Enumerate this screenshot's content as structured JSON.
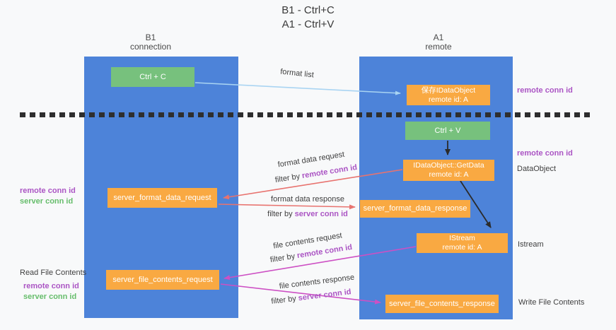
{
  "title": {
    "line1": "B1 - Ctrl+C",
    "line2": "A1 - Ctrl+V"
  },
  "columns": {
    "left": {
      "line1": "B1",
      "line2": "connection"
    },
    "right": {
      "line1": "A1",
      "line2": "remote"
    }
  },
  "boxes": {
    "ctrl_c": "Ctrl + C",
    "ctrl_v": "Ctrl + V",
    "save_idataobject": {
      "line1": "保存IDataObject",
      "line2": "remote id: A"
    },
    "getdata": {
      "line1": "IDataObject::GetData",
      "line2": "remote id: A"
    },
    "istream": {
      "line1": "IStream",
      "line2": "remote id: A"
    },
    "server_format_data_request": "server_format_data_request",
    "server_format_data_response": "server_format_data_response",
    "server_file_contents_request": "server_file_contents_request",
    "server_file_contents_response": "server_file_contents_response"
  },
  "arrow_labels": {
    "format_list": "format list",
    "format_data_request": "format data request",
    "format_data_response": "format data response",
    "file_contents_request": "file contents request",
    "file_contents_response": "file contents response",
    "filter_by": "filter by ",
    "remote_conn_id": "remote conn id",
    "server_conn_id": "server conn id"
  },
  "side_labels": {
    "remote_conn_id": "remote conn id",
    "server_conn_id": "server conn id",
    "dataobject": "DataObject",
    "istream": "Istream",
    "read_file_contents": "Read File Contents",
    "write_file_contents": "Write File Contents"
  },
  "colors": {
    "lifeline_blue": "#4d83d9",
    "box_green": "#77c17d",
    "box_orange": "#f9a942",
    "purple_text": "#ab55c4",
    "green_text": "#66bd6b",
    "arrow_light_blue": "#a9d4f2",
    "arrow_salmon": "#e8736f",
    "arrow_magenta": "#cd50c4",
    "arrow_black": "#2b2b2b",
    "divider_dark": "#2e2e2e",
    "background": "#f8f9fa"
  }
}
